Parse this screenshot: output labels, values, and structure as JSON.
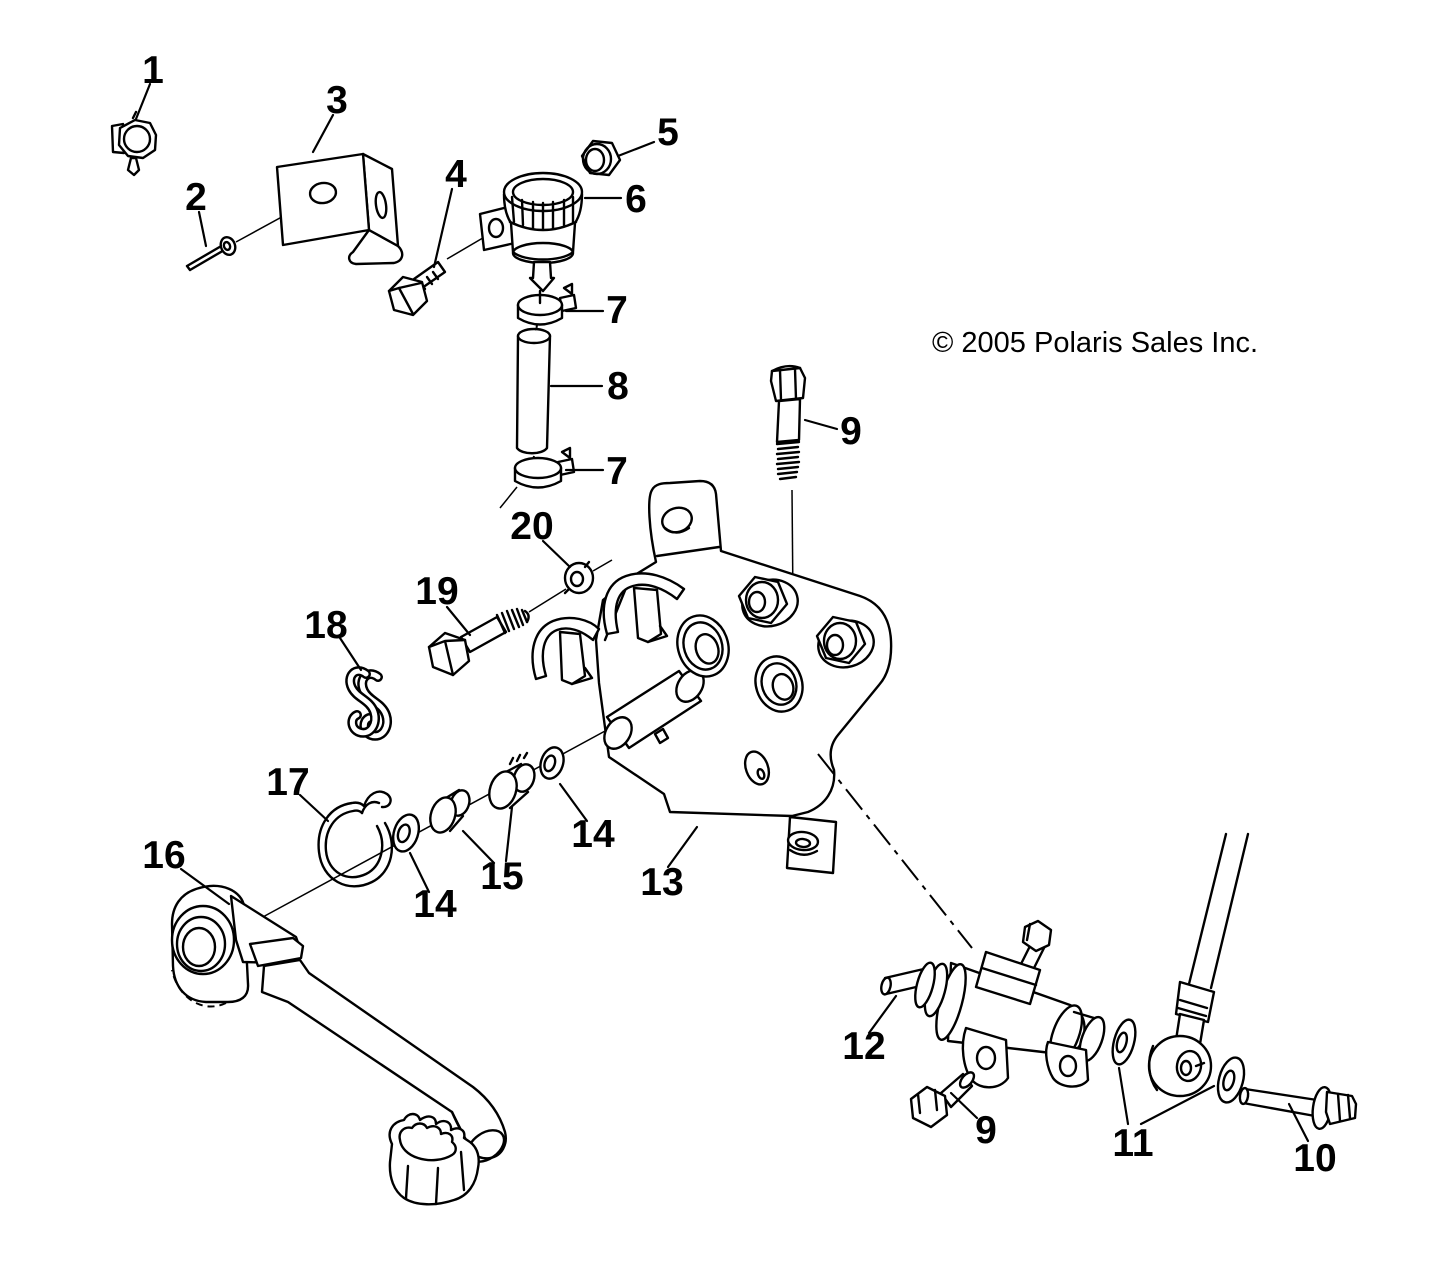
{
  "diagram": {
    "copyright": "© 2005 Polaris Sales Inc.",
    "colors": {
      "line": "#000000",
      "background": "#ffffff"
    },
    "callouts": [
      {
        "label": "1"
      },
      {
        "label": "2"
      },
      {
        "label": "3"
      },
      {
        "label": "4"
      },
      {
        "label": "5"
      },
      {
        "label": "6"
      },
      {
        "label": "7"
      },
      {
        "label": "8"
      },
      {
        "label": "7"
      },
      {
        "label": "9"
      },
      {
        "label": "20"
      },
      {
        "label": "19"
      },
      {
        "label": "18"
      },
      {
        "label": "17"
      },
      {
        "label": "16"
      },
      {
        "label": "14"
      },
      {
        "label": "15"
      },
      {
        "label": "14"
      },
      {
        "label": "13"
      },
      {
        "label": "12"
      },
      {
        "label": "9"
      },
      {
        "label": "11"
      },
      {
        "label": "10"
      }
    ]
  }
}
